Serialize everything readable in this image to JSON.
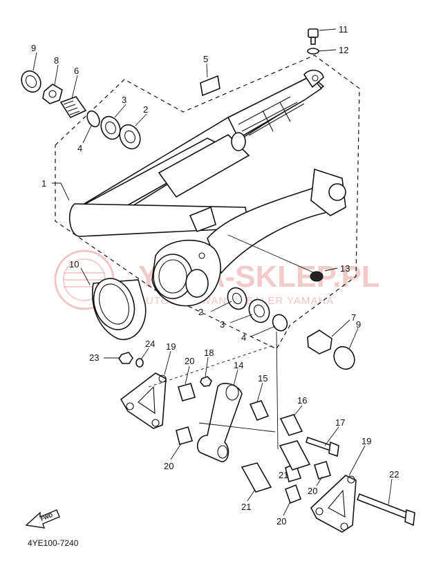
{
  "diagram_code": "4YE100-7240",
  "watermark": {
    "brand": "YAMA-SKLEP.PL",
    "tagline": "AUTORYZOWANY DEALER YAMAHA"
  },
  "fwd_label": "FWD",
  "callouts": {
    "c1": "1",
    "c2a": "2",
    "c2b": "2",
    "c3a": "3",
    "c3b": "3",
    "c4a": "4",
    "c4b": "4",
    "c5": "5",
    "c6": "6",
    "c7": "7",
    "c8": "8",
    "c9a": "9",
    "c9b": "9",
    "c10": "10",
    "c11": "11",
    "c12": "12",
    "c13": "13",
    "c14": "14",
    "c15": "15",
    "c16": "16",
    "c17": "17",
    "c18": "18",
    "c19a": "19",
    "c19b": "19",
    "c20a": "20",
    "c20b": "20",
    "c20c": "20",
    "c20d": "20",
    "c21a": "21",
    "c21b": "21",
    "c22": "22",
    "c23": "23",
    "c24": "24"
  }
}
